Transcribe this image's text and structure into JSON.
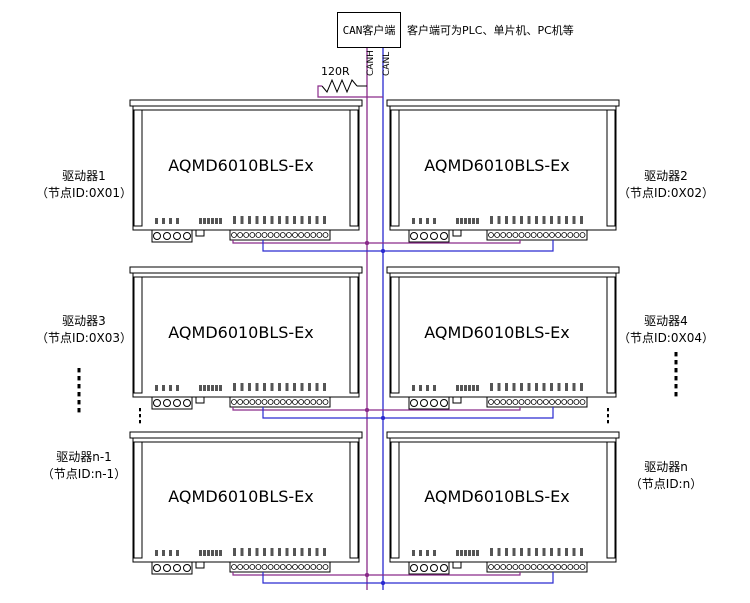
{
  "client": {
    "label": "CAN客户端",
    "note": "客户端可为PLC、单片机、PC机等"
  },
  "bus": {
    "canh_label": "CANH",
    "canl_label": "CANL",
    "resistor_label": "120R",
    "canh_color": "#8a2b8a",
    "canl_color": "#2a2ad0"
  },
  "drivers": [
    {
      "name": "驱动器1",
      "node": "（节点ID:0X01）",
      "model": "AQMD6010BLS-Ex"
    },
    {
      "name": "驱动器2",
      "node": "（节点ID:0X02）",
      "model": "AQMD6010BLS-Ex"
    },
    {
      "name": "驱动器3",
      "node": "（节点ID:0X03）",
      "model": "AQMD6010BLS-Ex"
    },
    {
      "name": "驱动器4",
      "node": "（节点ID:0X04）",
      "model": "AQMD6010BLS-Ex"
    },
    {
      "name": "驱动器n-1",
      "node": "（节点ID:n-1）",
      "model": "AQMD6010BLS-Ex"
    },
    {
      "name": "驱动器n",
      "node": "（节点ID:n）",
      "model": "AQMD6010BLS-Ex"
    }
  ]
}
